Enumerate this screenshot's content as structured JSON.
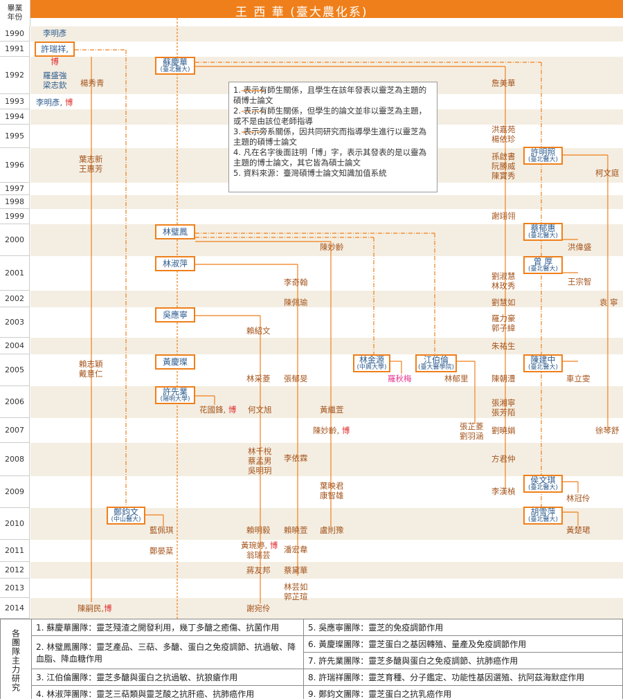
{
  "header": {
    "title": "王 西 華 (臺大農化系)",
    "col_label_1": "畢業",
    "col_label_2": "年份"
  },
  "years": [
    "1990",
    "1991",
    "1992",
    "1993",
    "1994",
    "1995",
    "1996",
    "1997",
    "1998",
    "1999",
    "2000",
    "2001",
    "2002",
    "2003",
    "2004",
    "2005",
    "2006",
    "2007",
    "2008",
    "2009",
    "2010",
    "2011",
    "2012",
    "2013",
    "2014"
  ],
  "colors": {
    "accent": "#ef7f1a",
    "row_shade": "#f4eee2",
    "name_brown": "#a4541c",
    "name_blue": "#2e5c8e",
    "highlight_red": "#e03030",
    "pink": "#e5368f"
  },
  "advisors": [
    {
      "name": "許瑞祥, ",
      "mark": "博",
      "affil": ""
    },
    {
      "name": "蘇慶華",
      "mark": "",
      "affil": "(臺北醫大)"
    },
    {
      "name": "許明照",
      "mark": "",
      "affil": "(臺北醫大)"
    },
    {
      "name": "林璧鳳",
      "mark": "",
      "affil": ""
    },
    {
      "name": "蔡郁惠",
      "mark": "",
      "affil": "(臺北醫大)"
    },
    {
      "name": "林淑萍",
      "mark": "",
      "affil": ""
    },
    {
      "name": "曾 厚",
      "mark": "",
      "affil": "(臺北醫大)"
    },
    {
      "name": "吳應寧",
      "mark": "",
      "affil": ""
    },
    {
      "name": "黃慶璨",
      "mark": "",
      "affil": ""
    },
    {
      "name": "林金源",
      "mark": "",
      "affil": "(中興大學)"
    },
    {
      "name": "江伯倫",
      "mark": "",
      "affil": "(臺大醫學院)"
    },
    {
      "name": "陳建中",
      "mark": "",
      "affil": "(臺北醫大)"
    },
    {
      "name": "許先業",
      "mark": "",
      "affil": "(陽明大學)"
    },
    {
      "name": "侯文琪",
      "mark": "",
      "affil": "(臺北醫大)"
    },
    {
      "name": "鄭鈞文",
      "mark": "",
      "affil": "(中山醫大)"
    },
    {
      "name": "胡雪萍",
      "mark": "",
      "affil": "(臺北醫大)"
    }
  ],
  "students": [
    {
      "text": "李明彥",
      "mark": "",
      "color": "bl"
    },
    {
      "text": "羅盛強",
      "mark": "",
      "color": "bl"
    },
    {
      "text": "梁志欽",
      "mark": "",
      "color": "bl"
    },
    {
      "text": "楊秀青",
      "mark": "",
      "color": "br"
    },
    {
      "text": "李明彥, ",
      "mark": "博",
      "color": "bl"
    },
    {
      "text": "詹美華",
      "mark": "",
      "color": "br"
    },
    {
      "text": "洪嘉苑",
      "mark": "",
      "color": "br"
    },
    {
      "text": "楊依珍",
      "mark": "",
      "color": "br"
    },
    {
      "text": "葉志新",
      "mark": "",
      "color": "br"
    },
    {
      "text": "王惠芳",
      "mark": "",
      "color": "br"
    },
    {
      "text": "孫啟書",
      "mark": "",
      "color": "br"
    },
    {
      "text": "阮勝威",
      "mark": "",
      "color": "br"
    },
    {
      "text": "陳寶秀",
      "mark": "",
      "color": "br"
    },
    {
      "text": "柯文庭",
      "mark": "",
      "color": "br"
    },
    {
      "text": "謝翊翎",
      "mark": "",
      "color": "br"
    },
    {
      "text": "陳妙齡",
      "mark": "",
      "color": "br"
    },
    {
      "text": "洪偉盛",
      "mark": "",
      "color": "br"
    },
    {
      "text": "李奇翰",
      "mark": "",
      "color": "br"
    },
    {
      "text": "劉淑慧",
      "mark": "",
      "color": "br"
    },
    {
      "text": "林玫秀",
      "mark": "",
      "color": "br"
    },
    {
      "text": "王宗智",
      "mark": "",
      "color": "br"
    },
    {
      "text": "陳佩瑜",
      "mark": "",
      "color": "br"
    },
    {
      "text": "劉慧如",
      "mark": "",
      "color": "br"
    },
    {
      "text": "袁 寧",
      "mark": "",
      "color": "br"
    },
    {
      "text": "賴紹文",
      "mark": "",
      "color": "br"
    },
    {
      "text": "羅力豪",
      "mark": "",
      "color": "br"
    },
    {
      "text": "郭子緯",
      "mark": "",
      "color": "br"
    },
    {
      "text": "朱祐生",
      "mark": "",
      "color": "br"
    },
    {
      "text": "賴志穎",
      "mark": "",
      "color": "br"
    },
    {
      "text": "戴意仁",
      "mark": "",
      "color": "br"
    },
    {
      "text": "林采菱",
      "mark": "",
      "color": "br"
    },
    {
      "text": "張郁旻",
      "mark": "",
      "color": "br"
    },
    {
      "text": "羅秋梅",
      "mark": "",
      "color": "pk"
    },
    {
      "text": "林郁里",
      "mark": "",
      "color": "br"
    },
    {
      "text": "陳朝澧",
      "mark": "",
      "color": "br"
    },
    {
      "text": "車立雯",
      "mark": "",
      "color": "br"
    },
    {
      "text": "花國鋒, ",
      "mark": "博",
      "color": "br"
    },
    {
      "text": "何文旭",
      "mark": "",
      "color": "br"
    },
    {
      "text": "黃繼萱",
      "mark": "",
      "color": "br"
    },
    {
      "text": "張湘寧",
      "mark": "",
      "color": "br"
    },
    {
      "text": "張芳陌",
      "mark": "",
      "color": "br"
    },
    {
      "text": "陳妙齡, ",
      "mark": "博",
      "color": "br"
    },
    {
      "text": "張芷菱",
      "mark": "",
      "color": "br"
    },
    {
      "text": "劉羽涵",
      "mark": "",
      "color": "br"
    },
    {
      "text": "劉曉娟",
      "mark": "",
      "color": "br"
    },
    {
      "text": "徐琴舒",
      "mark": "",
      "color": "br"
    },
    {
      "text": "林千梲",
      "mark": "",
      "color": "br"
    },
    {
      "text": "蔡孟男",
      "mark": "",
      "color": "br"
    },
    {
      "text": "吳明玥",
      "mark": "",
      "color": "br"
    },
    {
      "text": "李依霖",
      "mark": "",
      "color": "br"
    },
    {
      "text": "方君仲",
      "mark": "",
      "color": "br"
    },
    {
      "text": "葉映君",
      "mark": "",
      "color": "br"
    },
    {
      "text": "康智雄",
      "mark": "",
      "color": "br"
    },
    {
      "text": "李漢楨",
      "mark": "",
      "color": "br"
    },
    {
      "text": "林冠伶",
      "mark": "",
      "color": "br"
    },
    {
      "text": "藍佩琪",
      "mark": "",
      "color": "br"
    },
    {
      "text": "賴明毅",
      "mark": "",
      "color": "br"
    },
    {
      "text": "賴曉萱",
      "mark": "",
      "color": "br"
    },
    {
      "text": "盧則豫",
      "mark": "",
      "color": "br"
    },
    {
      "text": "黃楚珺",
      "mark": "",
      "color": "br"
    },
    {
      "text": "鄭晏棻",
      "mark": "",
      "color": "br"
    },
    {
      "text": "黃琬婷, ",
      "mark": "博",
      "color": "br"
    },
    {
      "text": "翁瑞芸",
      "mark": "",
      "color": "br"
    },
    {
      "text": "潘宏韋",
      "mark": "",
      "color": "br"
    },
    {
      "text": "蔣友邦",
      "mark": "",
      "color": "br"
    },
    {
      "text": "蔡黛華",
      "mark": "",
      "color": "br"
    },
    {
      "text": "林芸如",
      "mark": "",
      "color": "br"
    },
    {
      "text": "郭芷瑄",
      "mark": "",
      "color": "br"
    },
    {
      "text": "陳嗣民,",
      "mark": "博",
      "color": "br"
    },
    {
      "text": "謝宛伶",
      "mark": "",
      "color": "br"
    }
  ],
  "legend": [
    "1.       表示有師生關係，且學生在該年發表以靈芝為主題的碩博士論文",
    "2.       表示有師生關係，但學生的論文並非以靈芝為主題，或不是由該位老師指導",
    "3.       表示旁系關係，因共同研究而指導學生進行以靈芝為主題的碩博士論文",
    "4. 凡在名字後面註明「博」字，表示其發表的是以靈為主題的博士論文，其它皆為碩士論文",
    "5. 資料來源：臺灣碩博士論文知識加值系統"
  ],
  "teams": {
    "title": "各團隊主力研究",
    "left": [
      "1. 蘇慶華團隊：靈芝殘渣之開發利用，幾丁多醣之癒傷、抗菌作用",
      "2. 林璧鳳團隊：靈芝產品、三萜、多醣、蛋白之免疫調節、抗過敏、降血脂、降血糖作用",
      "3. 江伯倫團隊：靈芝多醣與蛋白之抗過敏、抗狼瘡作用",
      "4. 林淑萍團隊：靈芝三萜類與靈芝酸之抗肝癌、抗肺癌作用"
    ],
    "right": [
      "5. 吳應寧團隊：靈芝的免疫調節作用",
      "6. 黃慶璨團隊：靈芝蛋白之基因轉殖、量產及免疫調節作用",
      "7. 許先業團隊：靈芝多醣與蛋白之免疫調節、抗肺癌作用",
      "8. 許瑞祥團隊：靈芝育種、分子鑑定、功能性基因選殖、抗阿茲海默症作用",
      "9. 鄭鈞文團隊：靈芝蛋白之抗乳癌作用"
    ]
  }
}
